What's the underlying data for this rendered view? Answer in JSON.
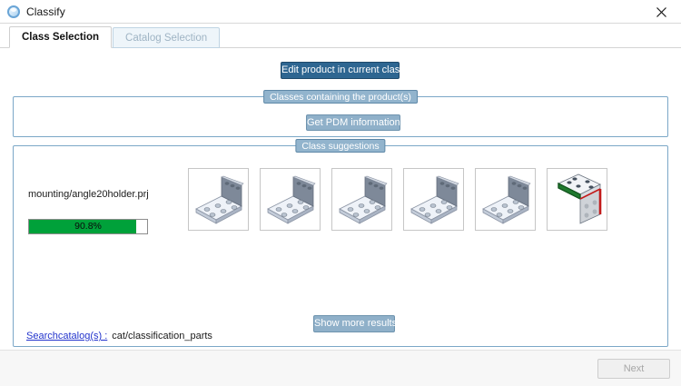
{
  "window": {
    "title": "Classify",
    "icon": "classify-circle-icon",
    "close_label": "close-icon"
  },
  "tabs": [
    {
      "label": "Class Selection",
      "active": true
    },
    {
      "label": "Catalog Selection",
      "active": false
    }
  ],
  "actions": {
    "edit_product": "Edit product in current class",
    "get_pdm": "Get PDM information",
    "show_more": "Show more results",
    "next": "Next"
  },
  "groups": {
    "classes_containing": "Classes containing the product(s)",
    "class_suggestions": "Class suggestions"
  },
  "result": {
    "name": "mounting/angle20holder.prj",
    "match_percent_label": "90.8%",
    "match_percent_value": 90.8,
    "bar_color": "#00a13a"
  },
  "thumbnails": [
    {
      "name": "angle-bracket-thumb-1",
      "variant": "grey"
    },
    {
      "name": "angle-bracket-thumb-2",
      "variant": "grey"
    },
    {
      "name": "angle-bracket-thumb-3",
      "variant": "grey"
    },
    {
      "name": "angle-bracket-thumb-4",
      "variant": "grey"
    },
    {
      "name": "angle-bracket-thumb-5",
      "variant": "grey"
    },
    {
      "name": "angle-bracket-thumb-6",
      "variant": "colored"
    }
  ],
  "catalog": {
    "link_label": "Searchcatalog(s) :",
    "value": "cat/classification_parts"
  },
  "colors": {
    "primary_button": "#2e6691",
    "secondary_button": "#8fb0c9",
    "group_border": "#7ba7c7",
    "progress_green": "#00a13a",
    "link": "#2233cc"
  }
}
